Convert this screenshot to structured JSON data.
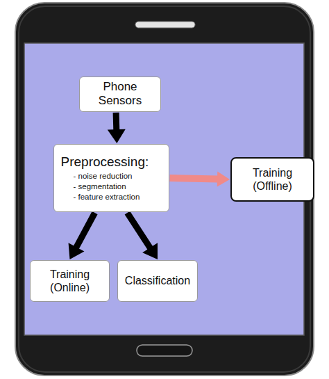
{
  "diagram": {
    "nodes": [
      {
        "text": [
          "Phone Sensors"
        ]
      },
      {
        "text": [
          "Preprocessing:",
          "- noise reduction",
          "- segmentation",
          "- feature extraction"
        ]
      },
      {
        "text": [
          "Training (Offline)"
        ]
      },
      {
        "text": [
          "Training (Online)"
        ]
      },
      {
        "text": [
          "Classification"
        ]
      }
    ],
    "edges": [
      {
        "from": 0,
        "to": 1,
        "arrow": "to"
      },
      {
        "from": 1,
        "to": 2,
        "arrow": "to"
      },
      {
        "from": 1,
        "to": 3,
        "arrow": "to"
      },
      {
        "from": 1,
        "to": 4,
        "arrow": "to"
      }
    ]
  }
}
